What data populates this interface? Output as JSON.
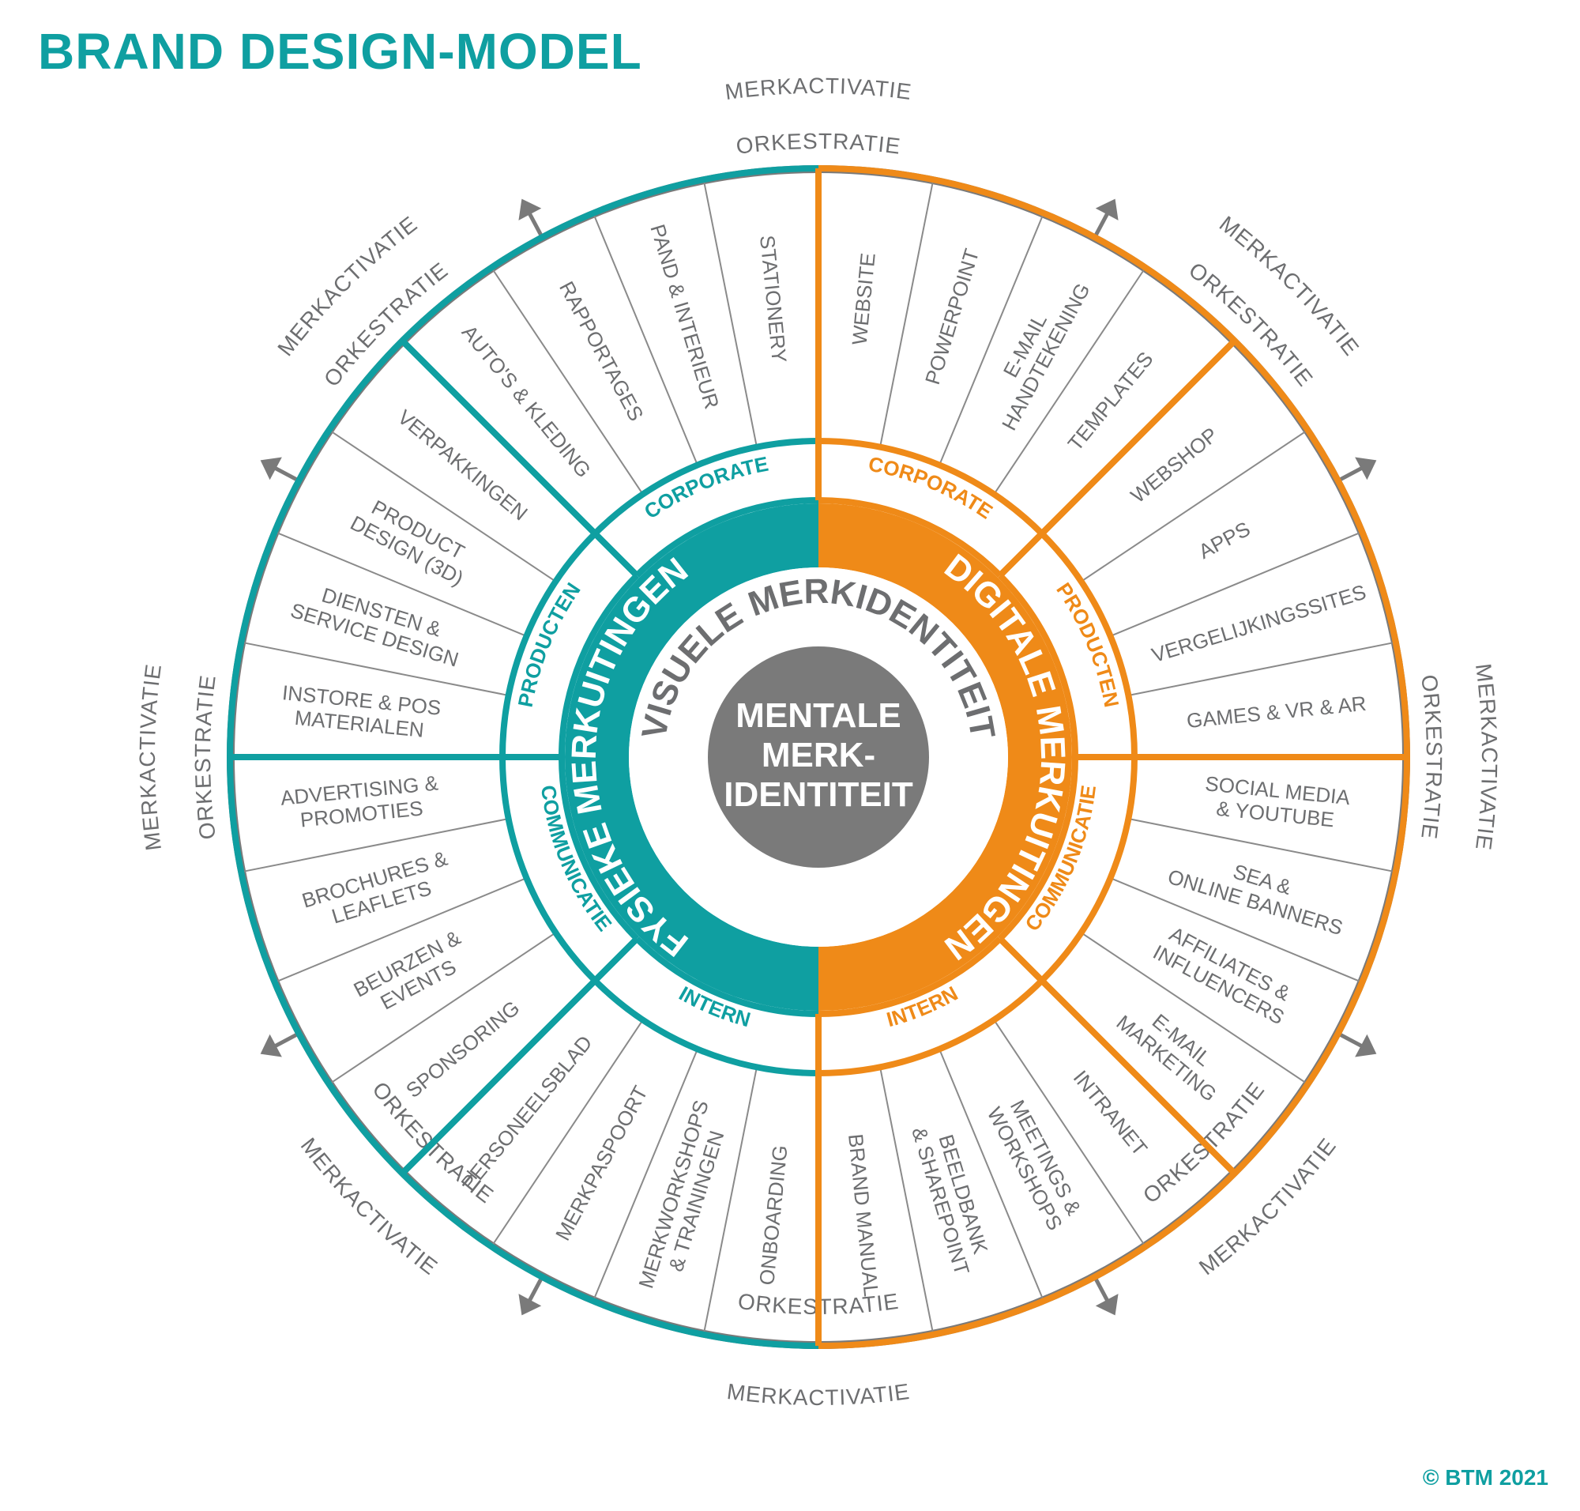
{
  "title": "BRAND DESIGN-MODEL",
  "copyright": "© BTM 2021",
  "colors": {
    "teal": "#0f9fa1",
    "orange": "#ef8a18",
    "gray": "#7a7a7a",
    "text_gray": "#6d6e70",
    "white": "#ffffff"
  },
  "center": {
    "mental_lines": [
      "MENTALE",
      "MERK-",
      "IDENTITEIT"
    ],
    "visual_identity": "VISUELE MERKIDENTITEIT"
  },
  "hemispheres": {
    "physical": "FYSIEKE MERKUITINGEN",
    "digital": "DIGITALE MERKUITINGEN"
  },
  "ring_labels": {
    "orchestration": "ORKESTRATIE",
    "activation": "MERKACTIVATIE"
  },
  "physical_sections": [
    {
      "name": "CORPORATE",
      "items": [
        [
          "STATIONERY"
        ],
        [
          "PAND & INTERIEUR"
        ],
        [
          "RAPPORTAGES"
        ],
        [
          "AUTO'S & KLEDING"
        ]
      ]
    },
    {
      "name": "PRODUCTEN",
      "items": [
        [
          "VERPAKKINGEN"
        ],
        [
          "PRODUCT",
          "DESIGN (3D)"
        ],
        [
          "DIENSTEN &",
          "SERVICE DESIGN"
        ],
        [
          "INSTORE & POS",
          "MATERIALEN"
        ]
      ]
    },
    {
      "name": "COMMUNICATIE",
      "items": [
        [
          "ADVERTISING &",
          "PROMOTIES"
        ],
        [
          "BROCHURES &",
          "LEAFLETS"
        ],
        [
          "BEURZEN &",
          "EVENTS"
        ],
        [
          "SPONSORING"
        ]
      ]
    },
    {
      "name": "INTERN",
      "items": [
        [
          "PERSONEELSBLAD"
        ],
        [
          "MERKPASPOORT"
        ],
        [
          "MERKWORKSHOPS",
          "& TRAININGEN"
        ],
        [
          "ONBOARDING"
        ]
      ]
    }
  ],
  "digital_sections": [
    {
      "name": "CORPORATE",
      "items": [
        [
          "WEBSITE"
        ],
        [
          "POWERPOINT"
        ],
        [
          "E-MAIL",
          "HANDTEKENING"
        ],
        [
          "TEMPLATES"
        ]
      ]
    },
    {
      "name": "PRODUCTEN",
      "items": [
        [
          "WEBSHOP"
        ],
        [
          "APPS"
        ],
        [
          "VERGELIJKINGSSITES"
        ],
        [
          "GAMES & VR & AR"
        ]
      ]
    },
    {
      "name": "COMMUNICATIE",
      "items": [
        [
          "SOCIAL MEDIA",
          "& YOUTUBE"
        ],
        [
          "SEA &",
          "ONLINE BANNERS"
        ],
        [
          "AFFILIATES &",
          "INFLUENCERS"
        ],
        [
          "E-MAIL",
          "MARKETING"
        ]
      ]
    },
    {
      "name": "INTERN",
      "items": [
        [
          "INTRANET"
        ],
        [
          "MEETINGS &",
          "WORKSHOPS"
        ],
        [
          "BEELDBANK",
          "& SHAREPOINT"
        ],
        [
          "BRAND MANUAL"
        ]
      ]
    }
  ]
}
